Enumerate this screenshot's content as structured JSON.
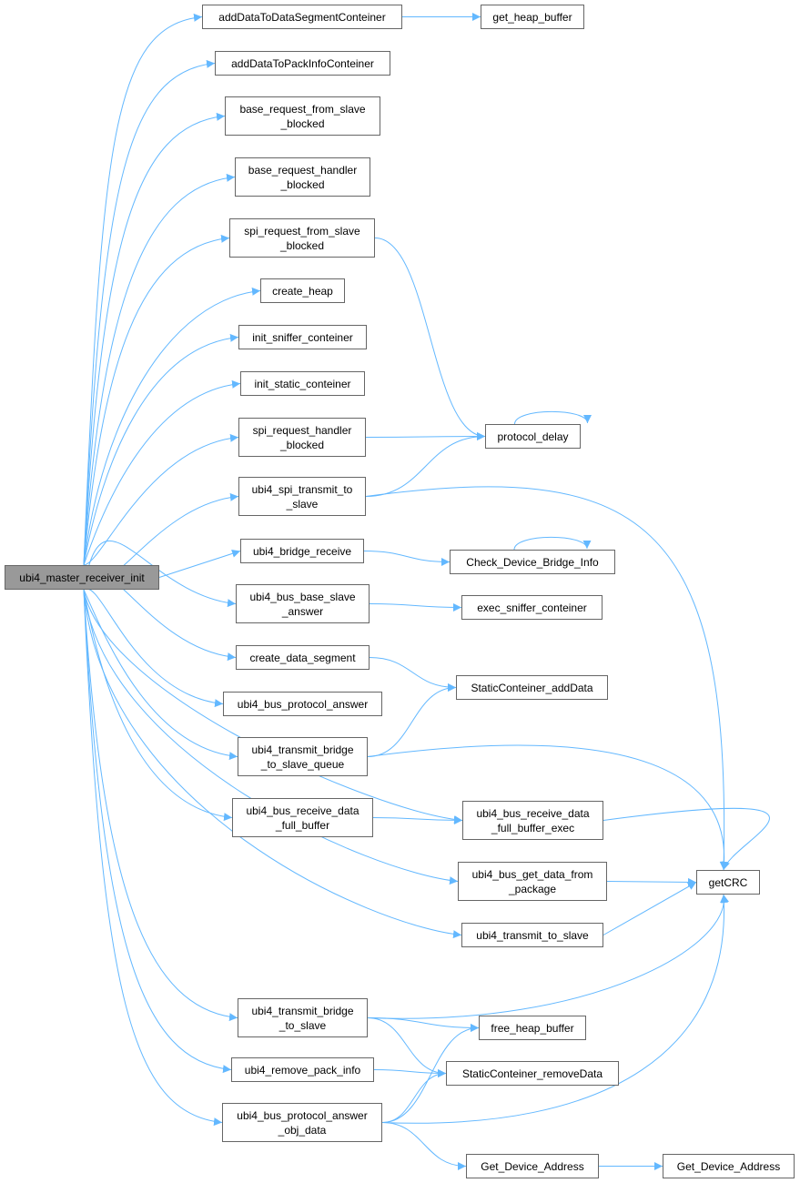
{
  "root": {
    "id": "main",
    "label": "ubi4_master_receiver_init"
  },
  "nodes": [
    {
      "id": "n1",
      "label": "addDataToDataSegmentConteiner"
    },
    {
      "id": "n2",
      "label": "addDataToPackInfoConteiner"
    },
    {
      "id": "n3",
      "label": "base_request_from_slave\n_blocked"
    },
    {
      "id": "n4",
      "label": "base_request_handler\n_blocked"
    },
    {
      "id": "n5",
      "label": "spi_request_from_slave\n_blocked"
    },
    {
      "id": "n6",
      "label": "create_heap"
    },
    {
      "id": "n7",
      "label": "init_sniffer_conteiner"
    },
    {
      "id": "n8",
      "label": "init_static_conteiner"
    },
    {
      "id": "n9",
      "label": "spi_request_handler\n_blocked"
    },
    {
      "id": "n10",
      "label": "ubi4_spi_transmit_to\n_slave"
    },
    {
      "id": "n11",
      "label": "ubi4_bridge_receive"
    },
    {
      "id": "n12",
      "label": "ubi4_bus_base_slave\n_answer"
    },
    {
      "id": "n13",
      "label": "create_data_segment"
    },
    {
      "id": "n14",
      "label": "ubi4_bus_protocol_answer"
    },
    {
      "id": "n15",
      "label": "ubi4_transmit_bridge\n_to_slave_queue"
    },
    {
      "id": "n16",
      "label": "ubi4_bus_receive_data\n_full_buffer"
    },
    {
      "id": "n17",
      "label": "ubi4_transmit_bridge\n_to_slave"
    },
    {
      "id": "n18",
      "label": "ubi4_remove_pack_info"
    },
    {
      "id": "n19",
      "label": "ubi4_bus_protocol_answer\n_obj_data"
    },
    {
      "id": "r1",
      "label": "get_heap_buffer"
    },
    {
      "id": "r2",
      "label": "protocol_delay"
    },
    {
      "id": "r3",
      "label": "Check_Device_Bridge_Info"
    },
    {
      "id": "r4",
      "label": "exec_sniffer_conteiner"
    },
    {
      "id": "r5",
      "label": "StaticConteiner_addData"
    },
    {
      "id": "r6",
      "label": "ubi4_bus_receive_data\n_full_buffer_exec"
    },
    {
      "id": "r7",
      "label": "ubi4_bus_get_data_from\n_package"
    },
    {
      "id": "r8",
      "label": "ubi4_transmit_to_slave"
    },
    {
      "id": "r9",
      "label": "free_heap_buffer"
    },
    {
      "id": "r10",
      "label": "StaticConteiner_removeData"
    },
    {
      "id": "r11",
      "label": "Get_Device_Address"
    },
    {
      "id": "r12",
      "label": "getCRC"
    },
    {
      "id": "r13",
      "label": "Get_Device_Address"
    }
  ],
  "edges": [
    [
      "main",
      "n1"
    ],
    [
      "main",
      "n2"
    ],
    [
      "main",
      "n3"
    ],
    [
      "main",
      "n4"
    ],
    [
      "main",
      "n5"
    ],
    [
      "main",
      "n6"
    ],
    [
      "main",
      "n7"
    ],
    [
      "main",
      "n8"
    ],
    [
      "main",
      "n9"
    ],
    [
      "main",
      "n10"
    ],
    [
      "main",
      "n11"
    ],
    [
      "main",
      "n12"
    ],
    [
      "main",
      "n13"
    ],
    [
      "main",
      "n14"
    ],
    [
      "main",
      "n15"
    ],
    [
      "main",
      "n16"
    ],
    [
      "main",
      "r6"
    ],
    [
      "main",
      "r7"
    ],
    [
      "main",
      "r8"
    ],
    [
      "main",
      "n17"
    ],
    [
      "main",
      "n18"
    ],
    [
      "main",
      "n19"
    ],
    [
      "n1",
      "r1"
    ],
    [
      "n5",
      "r2"
    ],
    [
      "n9",
      "r2"
    ],
    [
      "n10",
      "r2"
    ],
    [
      "n10",
      "r12"
    ],
    [
      "r2",
      "r2"
    ],
    [
      "n11",
      "r3"
    ],
    [
      "r3",
      "r3"
    ],
    [
      "n12",
      "r4"
    ],
    [
      "n13",
      "r5"
    ],
    [
      "n15",
      "r5"
    ],
    [
      "n15",
      "r12"
    ],
    [
      "n16",
      "r6"
    ],
    [
      "r6",
      "r12"
    ],
    [
      "r7",
      "r12"
    ],
    [
      "r8",
      "r12"
    ],
    [
      "n17",
      "r12"
    ],
    [
      "n17",
      "r9"
    ],
    [
      "n17",
      "r10"
    ],
    [
      "n18",
      "r10"
    ],
    [
      "n19",
      "r9"
    ],
    [
      "n19",
      "r10"
    ],
    [
      "n19",
      "r12"
    ],
    [
      "n19",
      "r11"
    ],
    [
      "r11",
      "r13"
    ]
  ],
  "colors": {
    "edge": "#63b8ff",
    "border": "#666666",
    "root_fill": "#999999"
  }
}
